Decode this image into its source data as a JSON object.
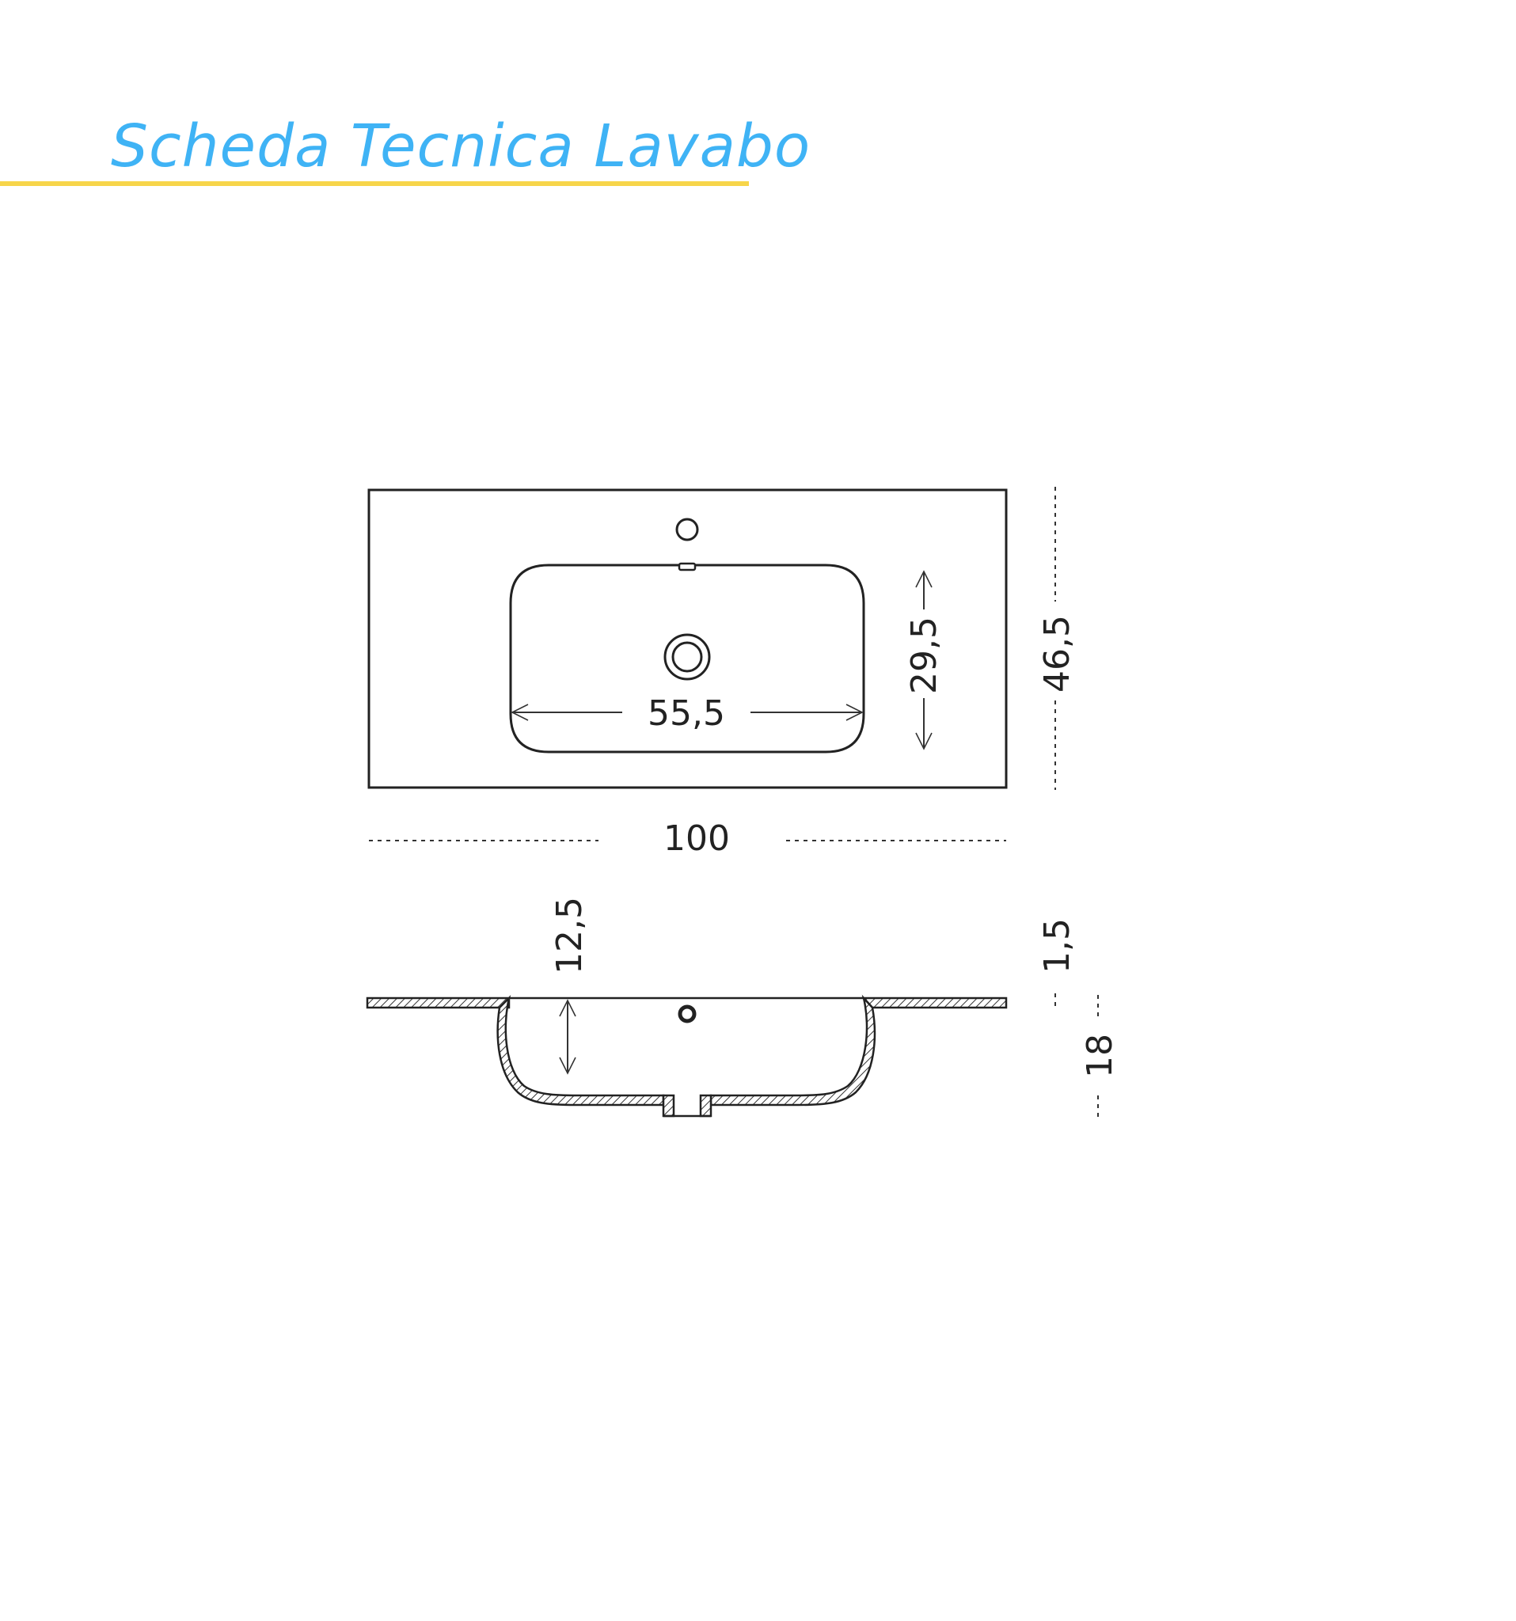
{
  "header": {
    "title": "Scheda Tecnica Lavabo",
    "title_color": "#3fb3f5",
    "underline_color": "#f7d54a"
  },
  "dimensions": {
    "overall_width": "100",
    "overall_depth": "46,5",
    "basin_width": "55,5",
    "basin_depth": "29,5",
    "basin_height": "12,5",
    "top_thickness": "1,5",
    "total_height": "18"
  }
}
